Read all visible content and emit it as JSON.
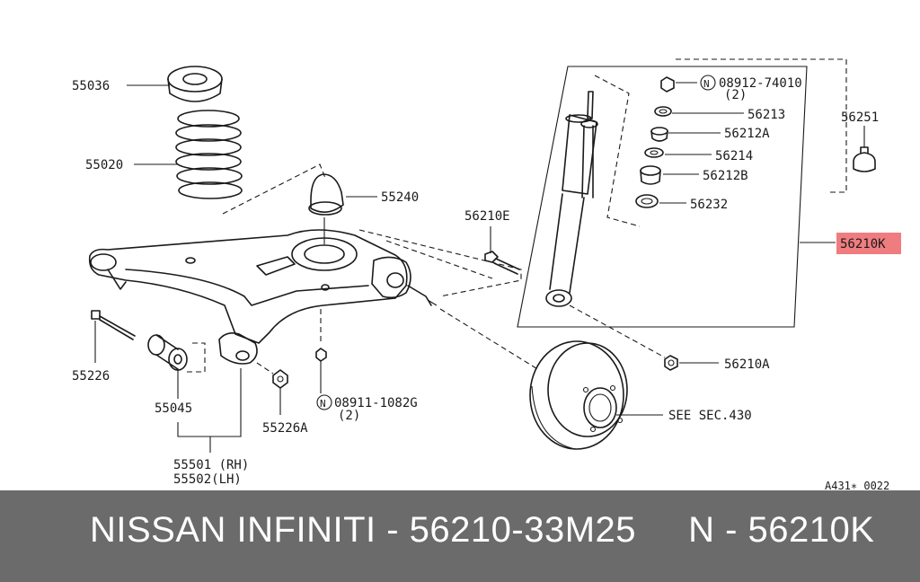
{
  "labels": {
    "p55036": "55036",
    "p55020": "55020",
    "p55240": "55240",
    "p56210E": "56210E",
    "p55226": "55226",
    "p55045": "55045",
    "p55226A": "55226A",
    "p55501": "55501 (RH)",
    "p55502": "55502(LH)",
    "p08911": "08911-1082G",
    "p08911_qty": "(2)",
    "p08912": "08912-74010",
    "p08912_qty": "(2)",
    "p56213": "56213",
    "p56212A": "56212A",
    "p56214": "56214",
    "p56212B": "56212B",
    "p56232": "56232",
    "p56251": "56251",
    "p56210K": "56210K",
    "p56210A": "56210A",
    "see_sec": "SEE SEC.430",
    "ref_code": "A431∗ 0022",
    "n_symbol": "N"
  },
  "highlight_color": "#ef7d80",
  "footer": {
    "text": "NISSAN INFINITI - 56210-33M25     N - 56210K",
    "background": "#6b6b6b"
  }
}
